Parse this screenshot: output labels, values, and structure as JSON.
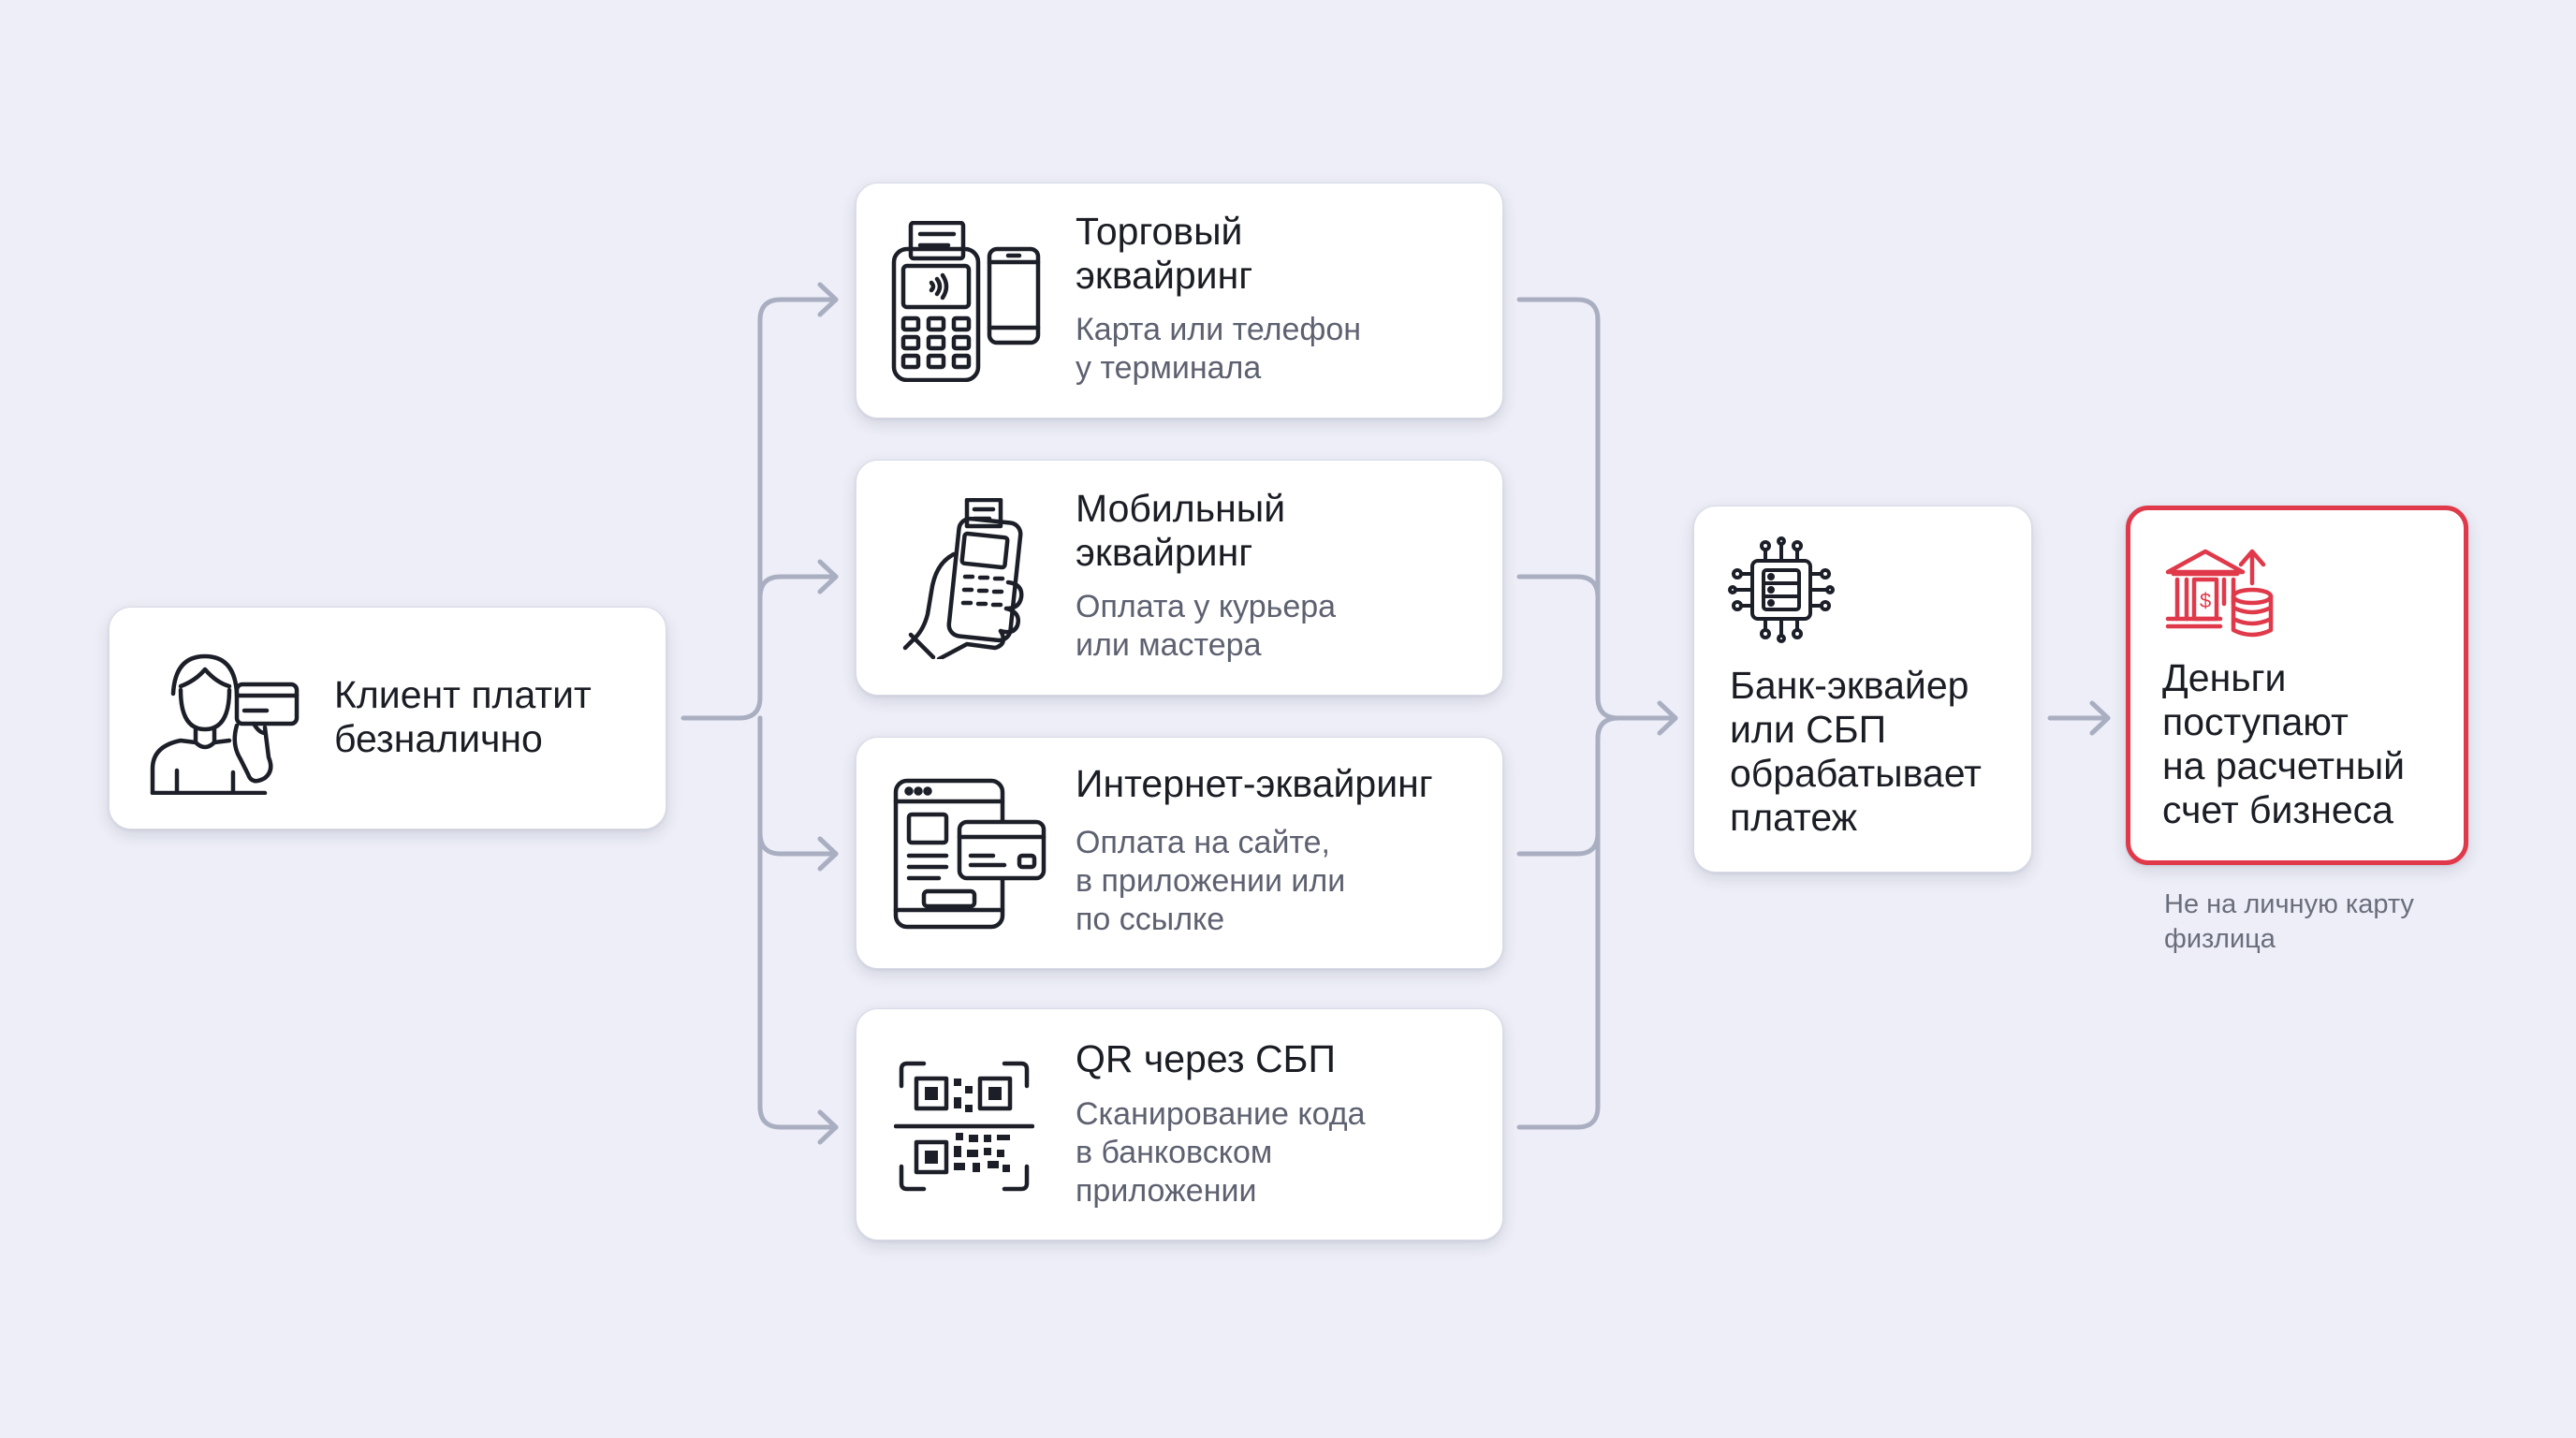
{
  "nodes": {
    "client": {
      "title": "Клиент платит\nбезналично"
    },
    "methods": [
      {
        "title": "Торговый\nэквайринг",
        "subtitle": "Карта или телефон\nу терминала"
      },
      {
        "title": "Мобильный\nэквайринг",
        "subtitle": "Оплата у курьера\nили мастера"
      },
      {
        "title": "Интернет-эквайринг",
        "subtitle": "Оплата на сайте,\nв приложении или\nпо ссылке"
      },
      {
        "title": "QR через СБП",
        "subtitle": "Сканирование кода\nв банковском\nприложении"
      }
    ],
    "bank": {
      "title": "Банк-эквайер\nили СБП\nобрабатывает\nплатеж"
    },
    "result": {
      "title": "Деньги\nпоступают\nна расчетный\nсчет бизнеса",
      "note": "Не на личную карту\nфизлица"
    }
  },
  "colors": {
    "background": "#edeef7",
    "connector": "#a9aec1",
    "accent_red": "#e0394a",
    "icon_dark": "#1c1f28"
  },
  "icons": [
    "person-card-icon",
    "pos-terminal-phone-icon",
    "hand-mobile-terminal-icon",
    "browser-card-icon",
    "qr-code-icon",
    "processor-chip-icon",
    "bank-coins-icon"
  ]
}
